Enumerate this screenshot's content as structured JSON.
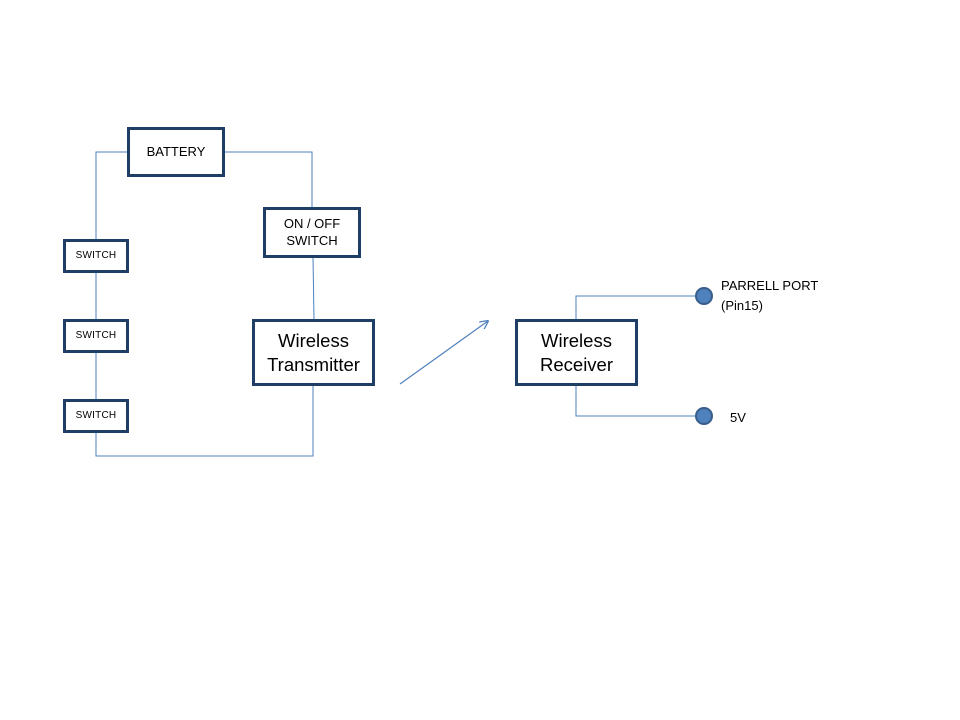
{
  "diagram": {
    "battery": {
      "label": "BATTERY"
    },
    "switches": [
      {
        "label": "SWITCH"
      },
      {
        "label": "SWITCH"
      },
      {
        "label": "SWITCH"
      }
    ],
    "on_off_switch": {
      "line1": "ON / OFF",
      "line2": "SWITCH"
    },
    "transmitter": {
      "line1": "Wireless",
      "line2": "Transmitter"
    },
    "receiver": {
      "line1": "Wireless",
      "line2": "Receiver"
    },
    "outputs": {
      "parallel_port": {
        "line1": "PARRELL PORT",
        "line2": "(Pin15)"
      },
      "power": {
        "label": "5V"
      }
    }
  },
  "colors": {
    "box_border": "#1f3e66",
    "wire": "#4f81bd",
    "terminal_fill": "#4f81bd",
    "terminal_stroke": "#385d8a"
  }
}
